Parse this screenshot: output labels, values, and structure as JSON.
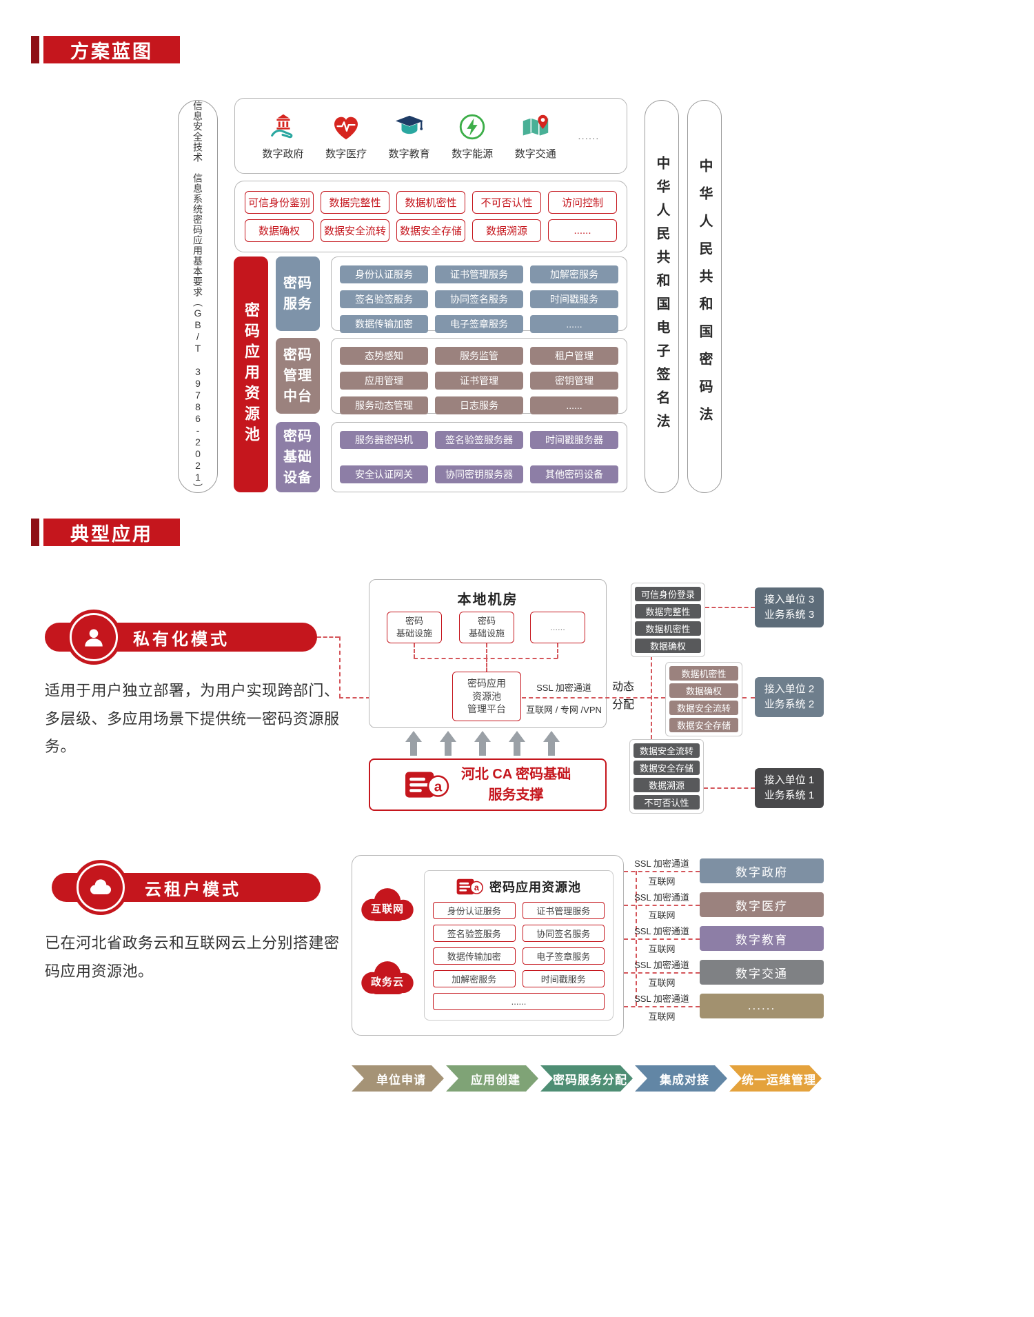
{
  "colors": {
    "brand_red": "#c5161d",
    "service_blue": "#8296ab",
    "management_mauve": "#9b827e",
    "device_purple": "#8d7ea6",
    "dark_chip_gray": "#58595b",
    "unit3_box": "#5d6c79",
    "unit2_box": "#6e7e8c",
    "unit1_box": "#48484a",
    "target_colors": [
      "#7e90a3",
      "#9b827e",
      "#8d7ea6",
      "#7f8184",
      "#a2916f"
    ],
    "process_colors": [
      "#a59376",
      "#7fa376",
      "#4e8e74",
      "#6286a5",
      "#e4a23c"
    ]
  },
  "blueprint": {
    "section_title": "方案蓝图",
    "left_standard": "信息安全技术　信息系统密码应用基本要求（GB/T 39786-2021）",
    "resource_pool": "密码应用资源池",
    "law_esign": "中华人民共和国电子签名法",
    "law_crypto": "中华人民共和国密码法",
    "industries": [
      "数字政府",
      "数字医疗",
      "数字教育",
      "数字能源",
      "数字交通"
    ],
    "industries_more": "......",
    "capabilities_row1": [
      "可信身份鉴别",
      "数据完整性",
      "数据机密性",
      "不可否认性",
      "访问控制"
    ],
    "capabilities_row2": [
      "数据确权",
      "数据安全流转",
      "数据安全存储",
      "数据溯源",
      "......"
    ],
    "service_layer": {
      "label_lines": [
        "密码",
        "服务"
      ],
      "items": [
        "身份认证服务",
        "证书管理服务",
        "加解密服务",
        "签名验签服务",
        "协同签名服务",
        "时间戳服务",
        "数据传输加密",
        "电子签章服务",
        "......"
      ]
    },
    "management_layer": {
      "label_lines": [
        "密码",
        "管理",
        "中台"
      ],
      "items": [
        "态势感知",
        "服务监管",
        "租户管理",
        "应用管理",
        "证书管理",
        "密钥管理",
        "服务动态管理",
        "日志服务",
        "......"
      ]
    },
    "device_layer": {
      "label_lines": [
        "密码",
        "基础",
        "设备"
      ],
      "items": [
        "服务器密码机",
        "签名验签服务器",
        "时间戳服务器",
        "安全认证网关",
        "协同密钥服务器",
        "其他密码设备"
      ]
    }
  },
  "applications": {
    "section_title": "典型应用",
    "private_mode": {
      "title": "私有化模式",
      "description": "适用于用户独立部署，为用户实现跨部门、多层级、多应用场景下提供统一密码资源服务。",
      "room_title": "本地机房",
      "infra_label_lines": [
        "密码",
        "基础设施"
      ],
      "infra_more": "......",
      "platform_lines": [
        "密码应用",
        "资源池",
        "管理平台"
      ],
      "ssl_channel": "SSL 加密通道",
      "network": "互联网 / 专网 /VPN",
      "dynamic_lines": [
        "动态",
        "分配"
      ],
      "support_lines": [
        "河北 CA 密码基础",
        "服务支撑"
      ],
      "groups": [
        {
          "chips": [
            "可信身份登录",
            "数据完整性",
            "数据机密性",
            "数据确权"
          ],
          "unit": "接入单位 3",
          "system": "业务系统 3"
        },
        {
          "chips": [
            "数据机密性",
            "数据确权",
            "数据安全流转",
            "数据安全存储"
          ],
          "unit": "接入单位 2",
          "system": "业务系统 2"
        },
        {
          "chips": [
            "数据安全流转",
            "数据安全存储",
            "数据溯源",
            "不可否认性"
          ],
          "unit": "接入单位 1",
          "system": "业务系统 1"
        }
      ]
    },
    "cloud_mode": {
      "title": "云租户模式",
      "description": "已在河北省政务云和互联网云上分别搭建密码应用资源池。",
      "clouds": [
        "互联网",
        "政务云"
      ],
      "pool_title": "密码应用资源池",
      "services": [
        "身份认证服务",
        "证书管理服务",
        "签名验签服务",
        "协同签名服务",
        "数据传输加密",
        "电子签章服务",
        "加解密服务",
        "时间戳服务"
      ],
      "services_more": "......",
      "link_top": "SSL 加密通道",
      "link_bottom": "互联网",
      "targets": [
        "数字政府",
        "数字医疗",
        "数字教育",
        "数字交通",
        "......"
      ]
    },
    "process": [
      "单位申请",
      "应用创建",
      "密码服务分配",
      "集成对接",
      "统一运维管理"
    ]
  }
}
